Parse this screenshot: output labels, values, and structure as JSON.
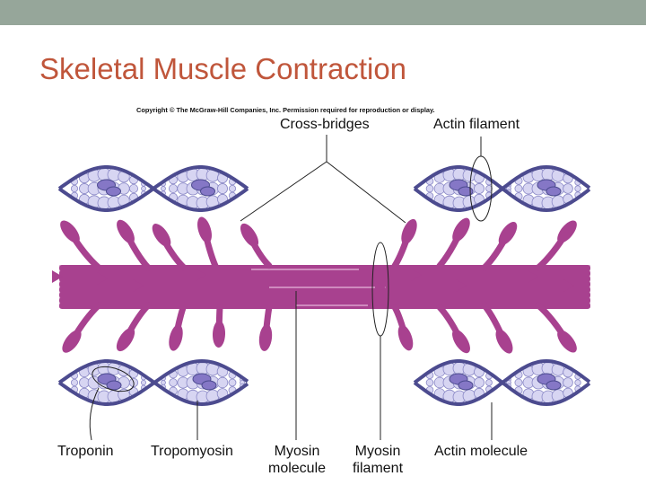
{
  "slide": {
    "title": "Skeletal Muscle Contraction",
    "copyright": "Copyright © The McGraw-Hill Companies, Inc. Permission required for reproduction or display."
  },
  "labels": {
    "cross_bridges": "Cross-bridges",
    "actin_filament": "Actin filament",
    "troponin": "Troponin",
    "tropomyosin": "Tropomyosin",
    "myosin_molecule_line1": "Myosin",
    "myosin_molecule_line2": "molecule",
    "myosin_filament_line1": "Myosin",
    "myosin_filament_line2": "filament",
    "actin_molecule": "Actin molecule"
  },
  "colors": {
    "top_bar": "#96a69a",
    "title": "#c0563b",
    "myosin": "#a8418f",
    "actin_bead": "#d7d5f2",
    "tropomyosin": "#4c4b8f",
    "troponin": "#8577c6"
  }
}
